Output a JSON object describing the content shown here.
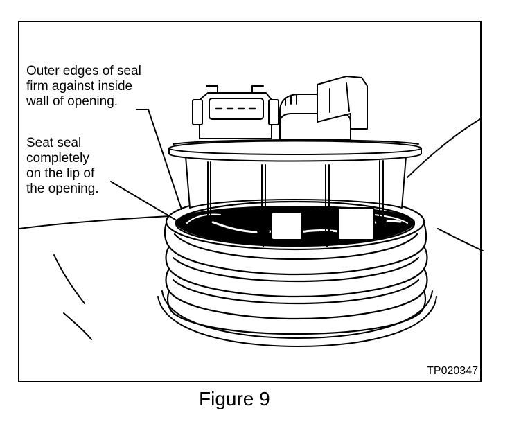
{
  "annotations": {
    "outer_edges": "Outer edges of seal\nfirm against inside\nwall of opening.",
    "seat_seal": "Seat seal\ncompletely\non the lip of\nthe opening."
  },
  "figure_id": "TP020347",
  "caption": "Figure 9"
}
